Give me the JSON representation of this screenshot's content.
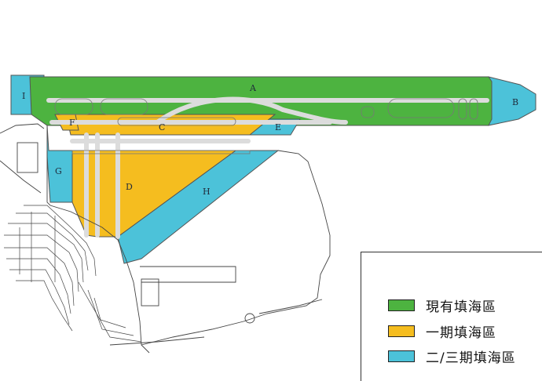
{
  "zones": [
    {
      "id": "A",
      "label": "A",
      "type": "existing"
    },
    {
      "id": "B",
      "label": "B",
      "type": "phase23"
    },
    {
      "id": "C",
      "label": "C",
      "type": "phase1"
    },
    {
      "id": "D",
      "label": "D",
      "type": "phase1"
    },
    {
      "id": "E",
      "label": "E",
      "type": "phase23"
    },
    {
      "id": "F",
      "label": "F",
      "type": "phase1"
    },
    {
      "id": "G",
      "label": "G",
      "type": "phase23"
    },
    {
      "id": "H",
      "label": "H",
      "type": "phase23"
    },
    {
      "id": "I",
      "label": "I",
      "type": "phase23"
    }
  ],
  "legend": {
    "items": [
      {
        "label": "現有填海區",
        "color": "#4db340"
      },
      {
        "label": "一期填海區",
        "color": "#f5bd1f"
      },
      {
        "label": "二/三期填海區",
        "color": "#4cc2d9"
      }
    ]
  },
  "colors": {
    "existing": "#4db340",
    "phase1": "#f5bd1f",
    "phase23": "#4cc2d9",
    "taxiway": "#dcdcdc",
    "outline": "#555555"
  }
}
